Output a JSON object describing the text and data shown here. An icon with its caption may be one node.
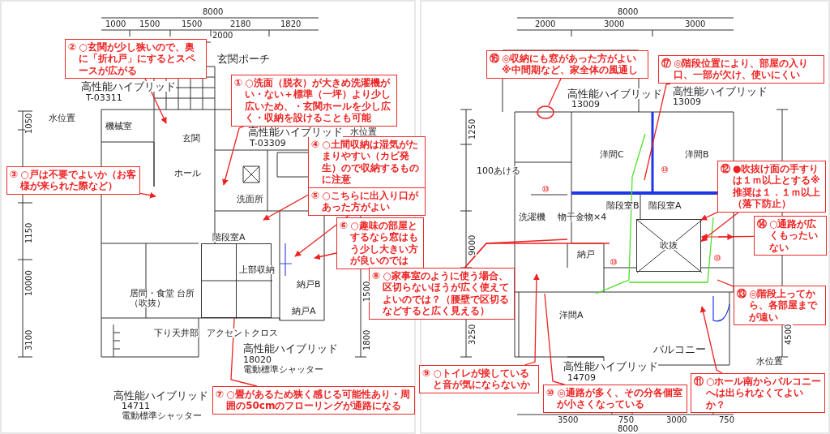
{
  "diagram": {
    "nodes": [
      {
        "text": [
          "②",
          "○玄関が少し狭いので、奥に「折れ戸」にするとスペースが広がる"
        ]
      },
      {
        "text": [
          "①",
          "○洗面（脱衣）が大きめ洗濯機がい・ない＋標準（一坪）より少し広いため、・玄関ホールを少し広く・収納を設けることも可能"
        ]
      },
      {
        "text": [
          "③",
          "○戸は不要でよいか（お客様が来られた際など）"
        ]
      },
      {
        "text": [
          "④",
          "○土間収納は湿気がたまりやすい（カビ発生）ので収納するものに注意"
        ]
      },
      {
        "text": [
          "⑤",
          "○こちらに出入り口があった方がよい"
        ]
      },
      {
        "text": [
          "⑥",
          "○趣味の部屋とするなら窓はもう少し大きい方が良いのでは"
        ]
      },
      {
        "text": [
          "⑦",
          "○畳があるため狭く感じる可能性あり・周囲の50cmのフローリングが通路になる"
        ]
      },
      {
        "text": [
          "⑧",
          "○家事室のように使う場合、区切らないほうが広く使えてよいのでは？（腰壁で区切るなどすると広く見える）"
        ]
      },
      {
        "text": [
          "⑨",
          "○トイレが接していると音が気にならないか"
        ]
      },
      {
        "text": [
          "⑩",
          "◎通路が多く、その分各個室が小さくなっている"
        ]
      },
      {
        "text": [
          "⑪",
          "○ホール南からバルコニーへは出られなくてよいか？"
        ]
      },
      {
        "text": [
          "⑫",
          "●吹抜け面の手すりは１ｍ以上とする※推奨は１．１ｍ以上（落下防止）"
        ]
      },
      {
        "text": [
          "⑬",
          "◎階段上ってから、各部屋までが遠い"
        ]
      },
      {
        "text": [
          "⑭",
          "○通路が広くもったいない"
        ]
      },
      {
        "text": [
          "⑯",
          "◎収納にも窓があった方がよい※中間期など、家全体の風通し"
        ]
      },
      {
        "text": [
          "⑰",
          "◎階段位置により、部屋の入り口、一部が欠け、使いにくい"
        ]
      },
      {
        "text": [],
        "shape": "circle"
      },
      {
        "text": [
          "上部収納"
        ]
      },
      {
        "text": [
          "吹抜"
        ]
      }
    ],
    "edges": [
      {
        "from": 0,
        "to": null,
        "arrow": "to"
      },
      {
        "from": 1,
        "to": null,
        "arrow": "to"
      },
      {
        "from": 2,
        "to": null,
        "arrow": "to"
      },
      {
        "from": 3,
        "to": null,
        "arrow": "to"
      },
      {
        "from": 4,
        "to": null,
        "arrow": "to"
      },
      {
        "from": 5,
        "to": null,
        "arrow": "to"
      },
      {
        "from": 6,
        "to": 17,
        "arrow": "none"
      },
      {
        "from": 7,
        "to": null,
        "arrow": "none"
      },
      {
        "from": 7,
        "to": null,
        "arrow": "none"
      },
      {
        "from": 8,
        "to": null,
        "arrow": "to"
      },
      {
        "from": 9,
        "to": null,
        "arrow": "none"
      },
      {
        "from": 10,
        "to": null,
        "arrow": "to"
      },
      {
        "from": 11,
        "to": 18,
        "arrow": "to"
      },
      {
        "from": 11,
        "to": 18,
        "arrow": "to"
      },
      {
        "from": 12,
        "to": null,
        "arrow": "none"
      },
      {
        "from": 13,
        "to": null,
        "arrow": "none"
      },
      {
        "from": 14,
        "to": 16,
        "arrow": "none"
      },
      {
        "from": 15,
        "to": null,
        "arrow": "none"
      }
    ],
    "labels": [
      "8000",
      "1000",
      "1500",
      "1500",
      "2180",
      "1820",
      "2000",
      "玄関ポーチ",
      "高性能ハイブリッド",
      "T-03311",
      "水位置",
      "機械室",
      "玄関",
      "高性能ハイブリッド",
      "水位置",
      "T-03309",
      "ホール",
      "洗面所",
      "階段室A",
      "納戸B",
      "居間・食堂",
      "（吹抜）",
      "台所",
      "納戸A",
      "下り天井部",
      "アクセントクロス",
      "高性能ハイブリッド",
      "18020",
      "電動標準シャッター",
      "高性能ハイブリッド",
      "14711",
      "電動標準シャッター",
      "1050",
      "1150",
      "10000",
      "3100",
      "1800",
      "1500",
      "8000",
      "2000",
      "3000",
      "3000",
      "高性能ハイブリッド",
      "13009",
      "高性能ハイブリッド",
      "13009",
      "洋間C",
      "洋間B",
      "100あける",
      "洗濯機",
      "物干金物×4",
      "階段室B",
      "階段室A",
      "納戸",
      "洋間A",
      "バルコニー",
      "水位置",
      "高性能ハイブリッド",
      "14709",
      "3500",
      "750",
      "3000",
      "750",
      "8000",
      "1250",
      "9000",
      "3250",
      "4500",
      "⑩",
      "⑩",
      "⑩",
      "⑩"
    ]
  }
}
